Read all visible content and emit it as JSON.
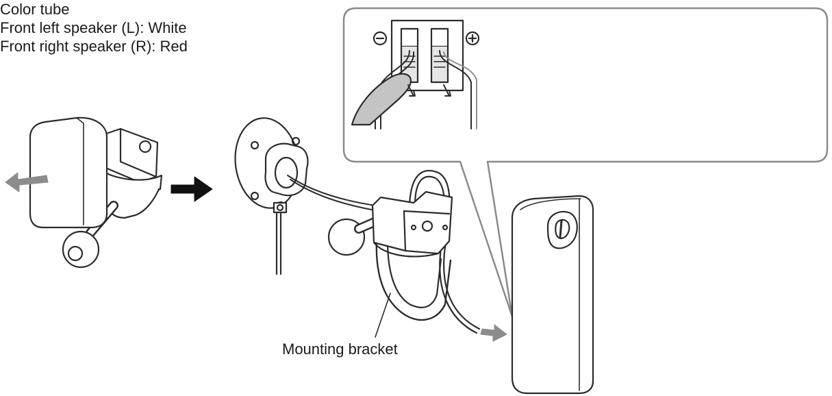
{
  "callout": {
    "title": "Color tube",
    "line_left": "Front left speaker (L): White",
    "line_right": "Front right speaker (R): Red",
    "minus_symbol": "−",
    "plus_symbol": "+"
  },
  "labels": {
    "mounting_bracket": "Mounting bracket"
  },
  "colors": {
    "line": "#2b2b2b",
    "fill": "#ffffff",
    "shade": "#bdbdbd",
    "arrow": "#8c8c8c",
    "callout_border": "#8a8a8a"
  }
}
